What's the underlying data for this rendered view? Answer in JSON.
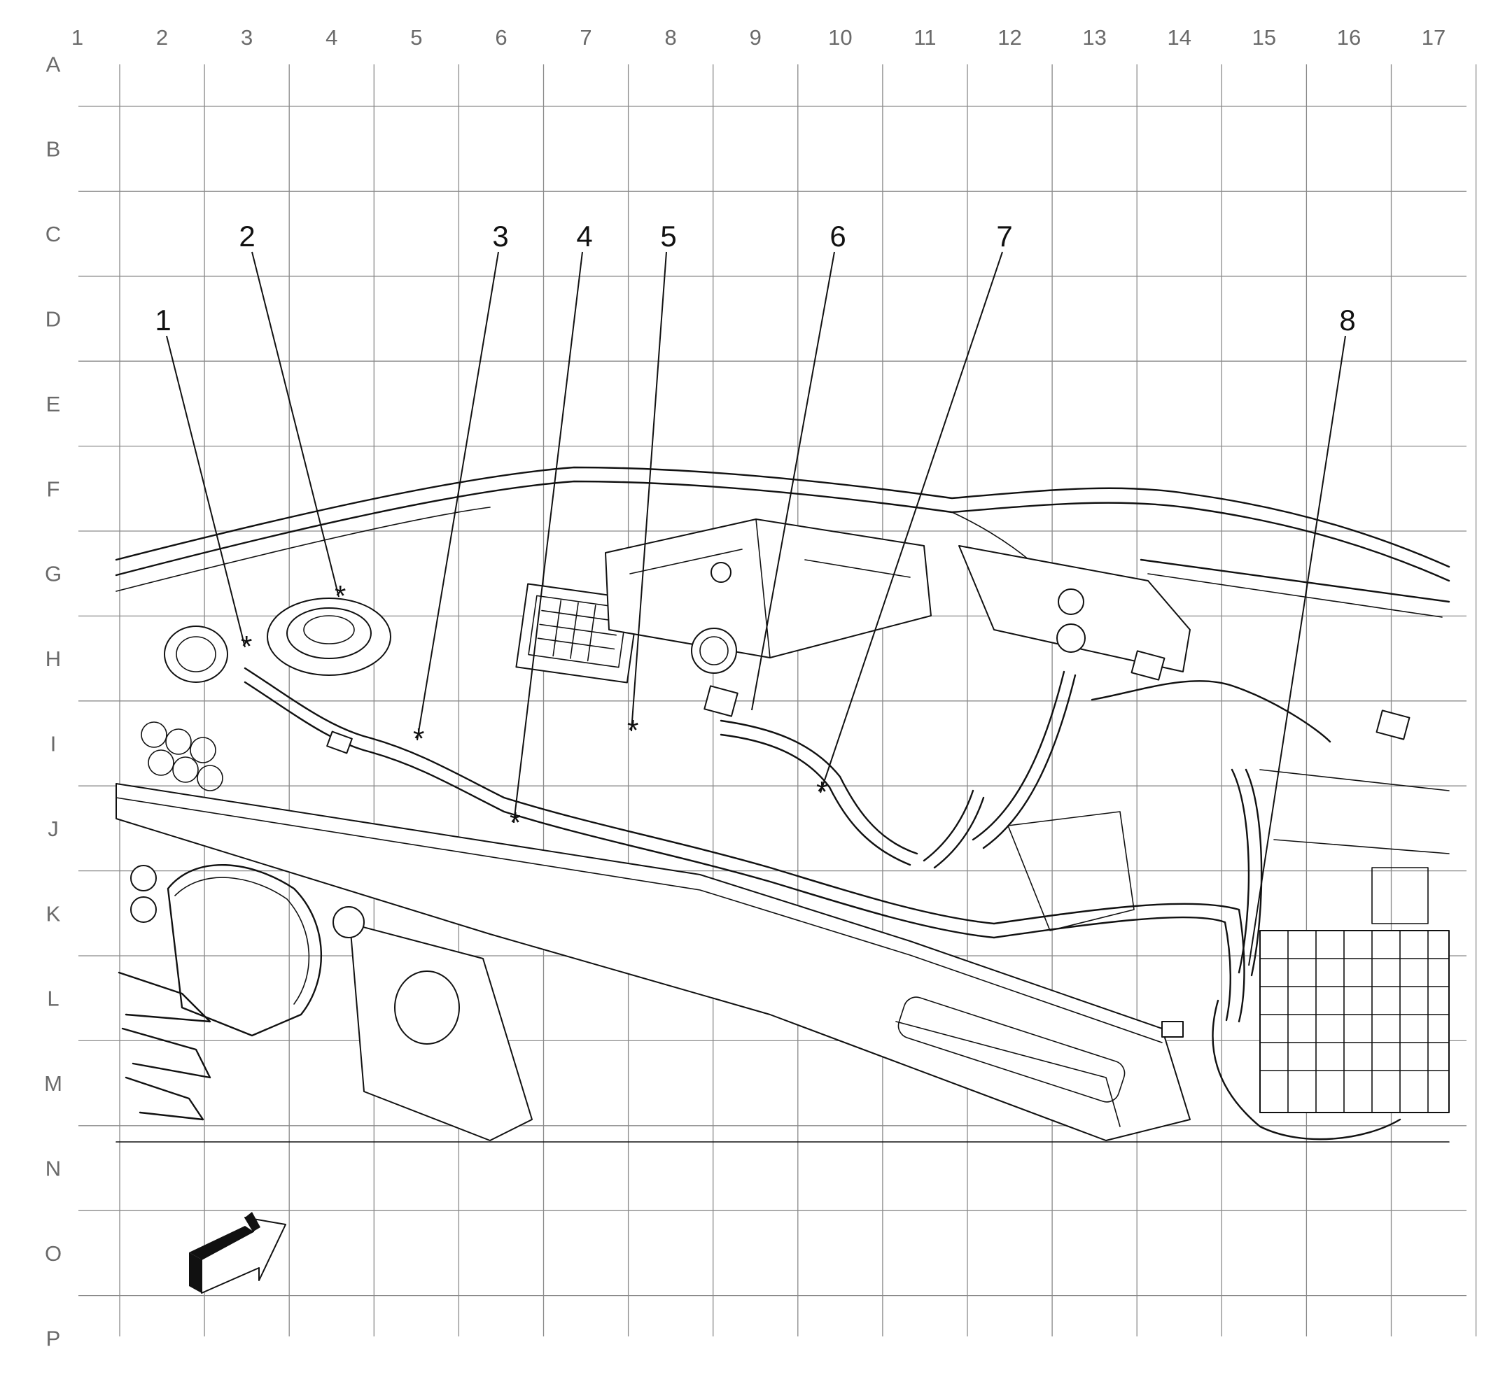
{
  "grid": {
    "columns": [
      "1",
      "2",
      "3",
      "4",
      "5",
      "6",
      "7",
      "8",
      "9",
      "10",
      "11",
      "12",
      "13",
      "14",
      "15",
      "16",
      "17"
    ],
    "rows": [
      "A",
      "B",
      "C",
      "D",
      "E",
      "F",
      "G",
      "H",
      "I",
      "J",
      "K",
      "L",
      "M",
      "N",
      "O",
      "P"
    ]
  },
  "callouts": [
    {
      "id": "1",
      "label": "1"
    },
    {
      "id": "2",
      "label": "2"
    },
    {
      "id": "3",
      "label": "3"
    },
    {
      "id": "4",
      "label": "4"
    },
    {
      "id": "5",
      "label": "5"
    },
    {
      "id": "6",
      "label": "6"
    },
    {
      "id": "7",
      "label": "7"
    },
    {
      "id": "8",
      "label": "8"
    }
  ],
  "orientation_arrow": {
    "icon": "front-direction-arrow-icon"
  }
}
